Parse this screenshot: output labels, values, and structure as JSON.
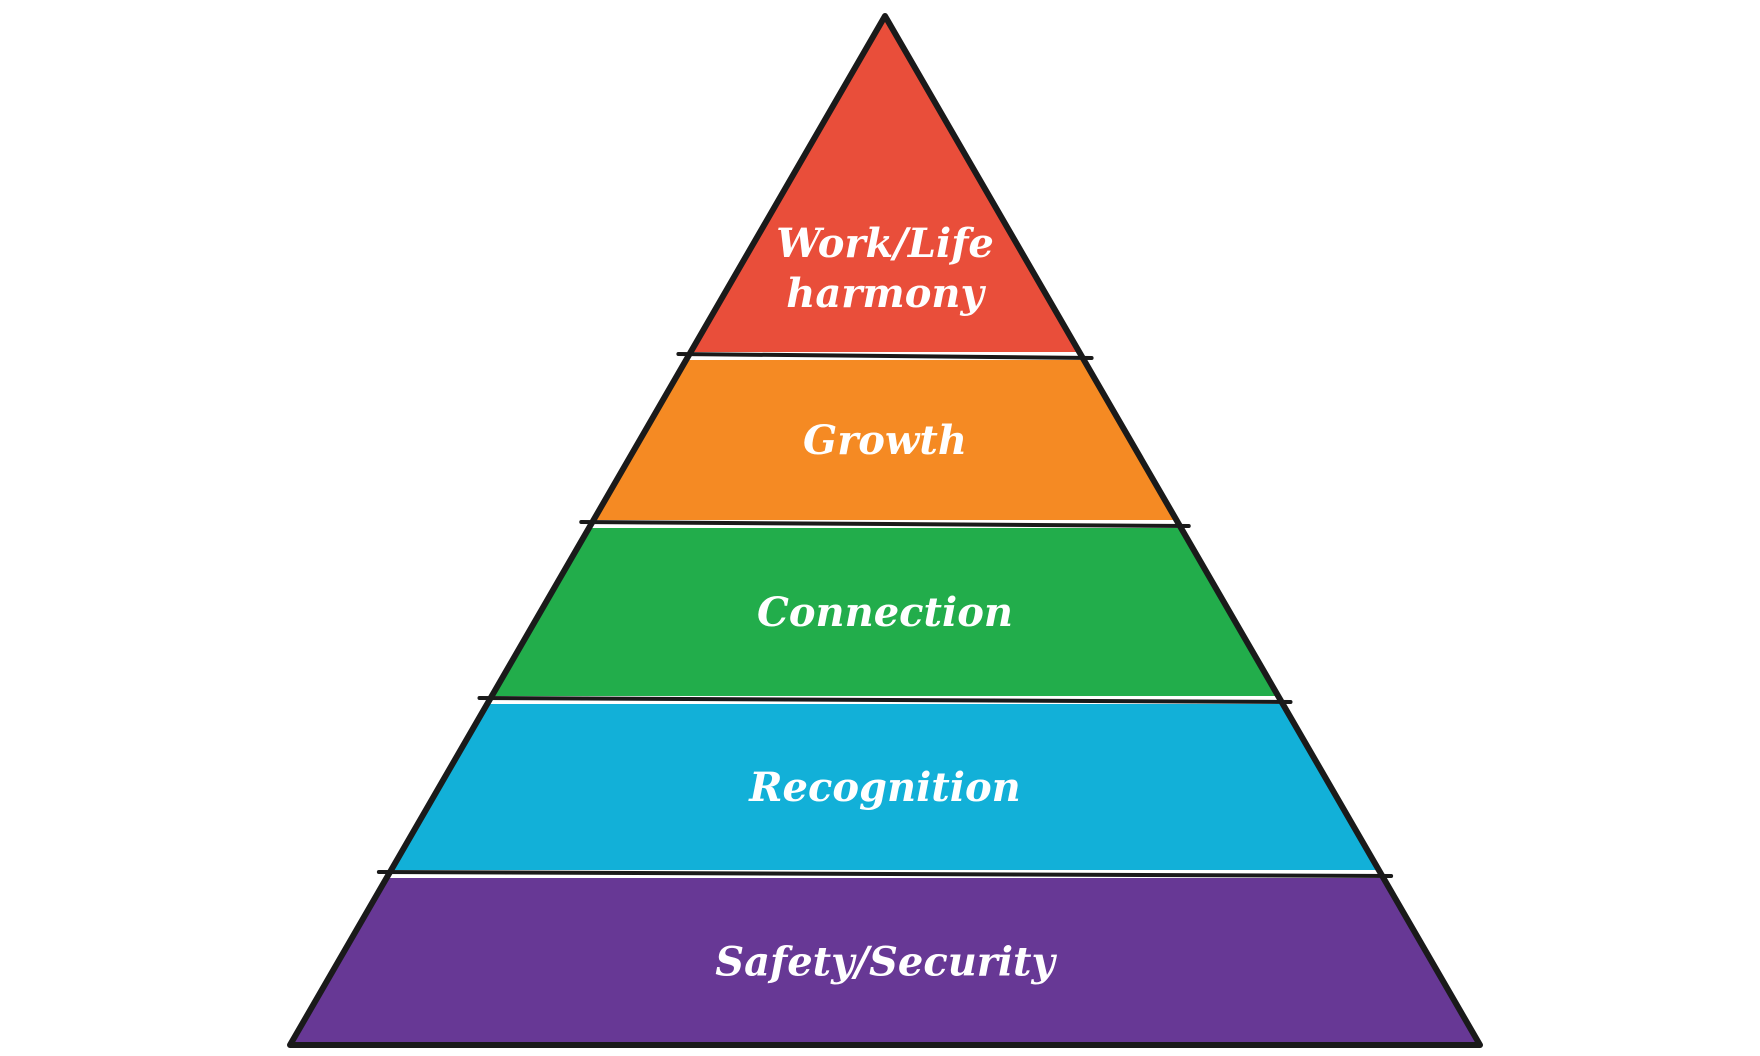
{
  "diagram": {
    "type": "pyramid",
    "outline_color": "#1a1a1a",
    "tiers": [
      {
        "label_lines": [
          "Work/Life",
          "harmony"
        ],
        "color": "#E94E3A"
      },
      {
        "label_lines": [
          "Growth"
        ],
        "color": "#F58A23"
      },
      {
        "label_lines": [
          "Connection"
        ],
        "color": "#22AD4B"
      },
      {
        "label_lines": [
          "Recognition"
        ],
        "color": "#12B0D8"
      },
      {
        "label_lines": [
          "Safety/Security"
        ],
        "color": "#673895"
      }
    ]
  }
}
